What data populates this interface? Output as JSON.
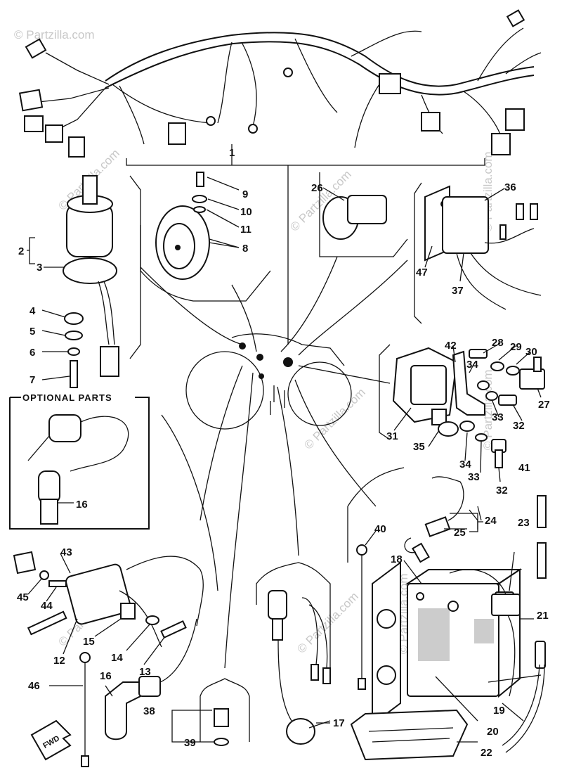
{
  "watermark": "© Partzilla.com",
  "optional_parts": {
    "title": "OPTIONAL PARTS"
  },
  "fwd": "FWD",
  "callouts": {
    "c1": "1",
    "c2": "2",
    "c3": "3",
    "c4": "4",
    "c5": "5",
    "c6": "6",
    "c7": "7",
    "c8": "8",
    "c9": "9",
    "c10": "10",
    "c11": "11",
    "c12": "12",
    "c13": "13",
    "c14": "14",
    "c15": "15",
    "c16a": "16",
    "c16b": "16",
    "c17": "17",
    "c18": "18",
    "c19": "19",
    "c20": "20",
    "c21": "21",
    "c22": "22",
    "c23": "23",
    "c24": "24",
    "c25": "25",
    "c26": "26",
    "c27": "27",
    "c28": "28",
    "c29": "29",
    "c30": "30",
    "c31": "31",
    "c32a": "32",
    "c32b": "32",
    "c33a": "33",
    "c33b": "33",
    "c34a": "34",
    "c34b": "34",
    "c35": "35",
    "c36": "36",
    "c37": "37",
    "c38": "38",
    "c39": "39",
    "c40": "40",
    "c41": "41",
    "c42": "42",
    "c43": "43",
    "c44": "44",
    "c45": "45",
    "c46": "46",
    "c47": "47"
  }
}
